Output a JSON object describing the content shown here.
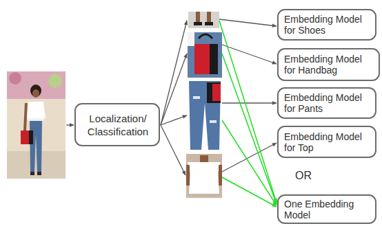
{
  "diagram": {
    "nodes": [
      {
        "text": [
          "Localization/ Classification"
        ]
      },
      {
        "text": [
          "Embedding Model for Shoes"
        ]
      },
      {
        "text": [
          "Embedding Model for Handbag"
        ]
      },
      {
        "text": [
          "Embedding Model for Pants"
        ]
      },
      {
        "text": [
          "Embedding Model for Top"
        ]
      },
      {
        "text": [
          "One Embedding Model"
        ]
      }
    ],
    "labels": [
      "OR"
    ]
  }
}
